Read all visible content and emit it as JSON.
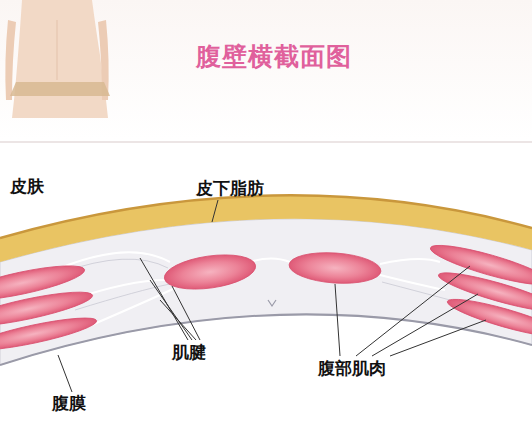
{
  "diagram": {
    "title": "腹壁横截面图",
    "labels": [
      "皮肤",
      "皮下脂肪",
      "肌腱",
      "腹部肌肉",
      "腹膜"
    ]
  }
}
